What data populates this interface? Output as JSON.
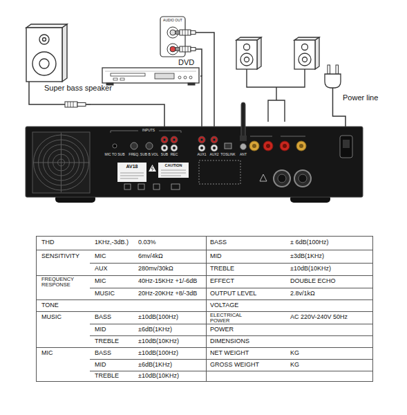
{
  "diagram": {
    "nodes": [
      {
        "text": [
          "Super bass speaker"
        ]
      },
      {
        "text": [
          "DVD"
        ]
      },
      {
        "text": [
          "Power line"
        ]
      },
      {
        "text": [
          "INPUTS",
          "MIC TO SUB",
          "FREQ.",
          "SUB B.VOL",
          "SUB",
          "REC",
          "AUX1",
          "AUX2",
          "TOSLINK",
          "ANT",
          "AV18",
          "CAUTION"
        ]
      }
    ],
    "edges": [
      {
        "from": 0,
        "to": 3,
        "arrow": "none"
      },
      {
        "from": 1,
        "to": 3,
        "arrow": "none"
      },
      {
        "from": 2,
        "to": 3,
        "arrow": "none"
      }
    ],
    "labels": [
      "AUDIO OUT",
      "THD",
      "1KHz,-3dB.)",
      "0.03%",
      "BASS",
      "± 6dB(100Hz)",
      "SENSITIVITY",
      "MIC",
      "6mv/4kΩ",
      "MID",
      "±3dB(1KHz)",
      "AUX",
      "280mv/30kΩ",
      "TREBLE",
      "±10dB(10KHz)",
      "FREQUENCY RESPONSE",
      "MIC",
      "40Hz-15KHz +1/-6dB",
      "EFFECT",
      "DOUBLE ECHO",
      "MUSIC",
      "20Hz-20KHz +8/-3dB",
      "OUTPUT LEVEL",
      "2.8v/1kΩ",
      "TONE",
      "VOLTAGE",
      "MUSIC",
      "BASS",
      "±10dB(100Hz)",
      "ELECTRICAL POWER",
      "AC 220V-240V 50Hz",
      "MID",
      "±6dB(1KHz)",
      "POWER",
      "TREBLE",
      "±10dB(10KHz)",
      "DIMENSIONS",
      "MIC",
      "BASS",
      "±10dB(100Hz)",
      "NET WEIGHT",
      "KG",
      "MID",
      "±6dB(1KHz)",
      "GROSS WEIGHT",
      "KG",
      "TREBLE",
      "±10dB(10KHz)"
    ]
  }
}
